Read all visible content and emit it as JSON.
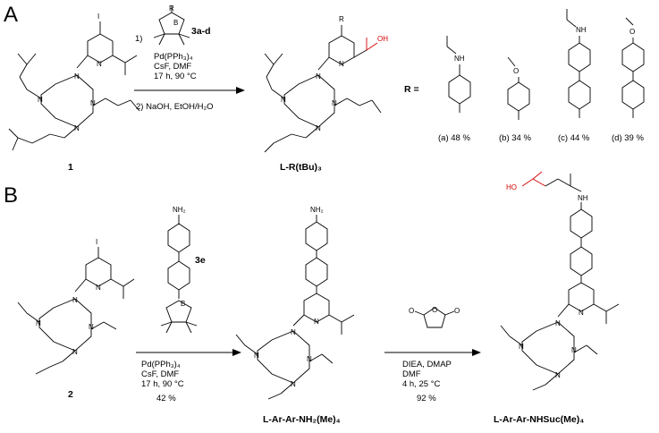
{
  "panel_a": {
    "label": "A",
    "compound1_label": "1",
    "reagent_3": "3a-d",
    "reagent_r": "R",
    "reagent_b": "B",
    "step1_prefix": "1)",
    "cond1_catalyst": "Pd(PPh₃)₄",
    "cond1_base": "CsF, DMF",
    "cond1_time": "17 h, 90 °C",
    "cond2": "2) NaOH, EtOH/H₂O",
    "product_label": "L-R(tBu)₃",
    "product_r": "R",
    "r_equals": "R =",
    "substituents": [
      {
        "label": "(a) 48 %"
      },
      {
        "label": "(b) 34 %"
      },
      {
        "label": "(c) 44 %"
      },
      {
        "label": "(d) 39 %"
      }
    ]
  },
  "panel_b": {
    "label": "B",
    "compound2_label": "2",
    "reagent_3e": "3e",
    "cond1_catalyst": "Pd(PPh₃)₄",
    "cond1_base": "CsF, DMF",
    "cond1_time": "17 h, 90 °C",
    "cond1_yield": "42 %",
    "intermediate_label": "L-Ar-Ar-NH₂(Me)₄",
    "cond2_base": "DIEA, DMAP",
    "cond2_solvent": "DMF",
    "cond2_time": "4 h, 25 °C",
    "cond2_yield": "92 %",
    "product_label": "L-Ar-Ar-NHSuc(Me)₄"
  },
  "atoms": {
    "iodine": "I",
    "nitrogen": "N",
    "oxygen": "O",
    "boron": "B",
    "nh": "NH",
    "nh2": "NH₂",
    "oh": "OH",
    "ho": "HO"
  }
}
